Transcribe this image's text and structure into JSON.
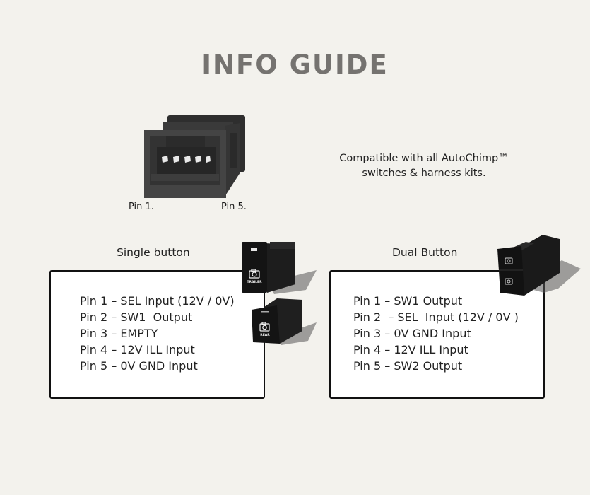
{
  "title": "INFO GUIDE",
  "connector": {
    "pin_left_label": "Pin 1.",
    "pin_right_label": "Pin 5.",
    "pin_count": 5
  },
  "compatibility": {
    "line1": "Compatible with all AutoChimp™",
    "line2": "switches & harness kits."
  },
  "single_button": {
    "heading": "Single button",
    "pins": [
      "Pin 1 – SEL Input (12V / 0V)",
      "Pin 2 – SW1  Output",
      "Pin 3 – EMPTY",
      "Pin 4 – 12V ILL Input",
      "Pin 5 – 0V GND Input"
    ],
    "switch_labels": [
      "TRAILER",
      "REAR"
    ]
  },
  "dual_button": {
    "heading": "Dual Button",
    "pins": [
      "Pin 1 – SW1 Output",
      "Pin 2  – SEL  Input (12V / 0V )",
      "Pin 3 – 0V GND Input",
      "Pin 4 – 12V ILL Input",
      "Pin 5 – SW2 Output"
    ]
  },
  "colors": {
    "background": "#f3f2ed",
    "title": "#757370",
    "connector": "#3e3e3e",
    "switch": "#111111"
  }
}
